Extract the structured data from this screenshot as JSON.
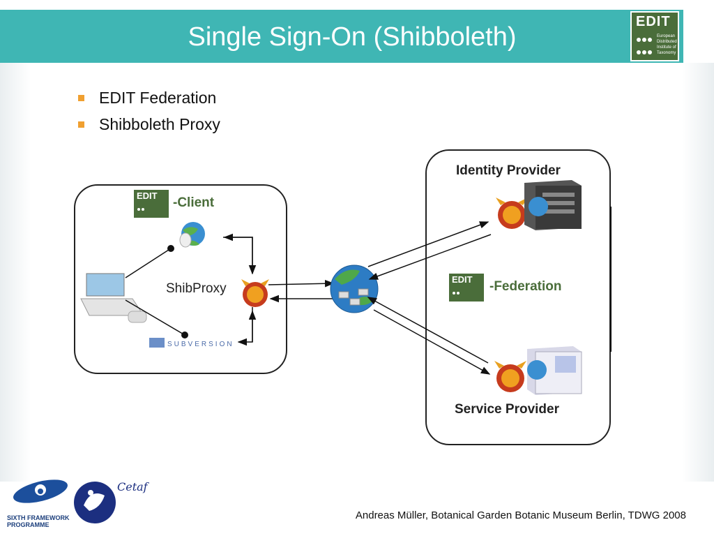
{
  "slide": {
    "title": "Single Sign-On (Shibboleth)",
    "bullets": [
      "EDIT Federation",
      "Shibboleth Proxy"
    ],
    "footer": "Andreas Müller, Botanical Garden Botanic Museum Berlin, TDWG 2008"
  },
  "logo": {
    "edit_word": "EDIT",
    "edit_sub": [
      "European",
      "Distributed",
      "Institute of",
      "Taxonomy"
    ]
  },
  "diagram": {
    "client_label": "-Client",
    "proxy_label": "ShibProxy",
    "subversion_label": "SUBVERSION",
    "idp_label": "Identity Provider",
    "federation_label": "-Federation",
    "sp_label": "Service Provider",
    "mini_edit_word": "EDIT"
  },
  "footer_logos": {
    "framework_lines": [
      "SIXTH FRAMEWORK",
      "PROGRAMME"
    ],
    "cetaf_word": "Cetaf"
  },
  "colors": {
    "title_bar": "#3fb6b4",
    "bullet": "#f0a030",
    "edit_green": "#4a6d3a"
  }
}
